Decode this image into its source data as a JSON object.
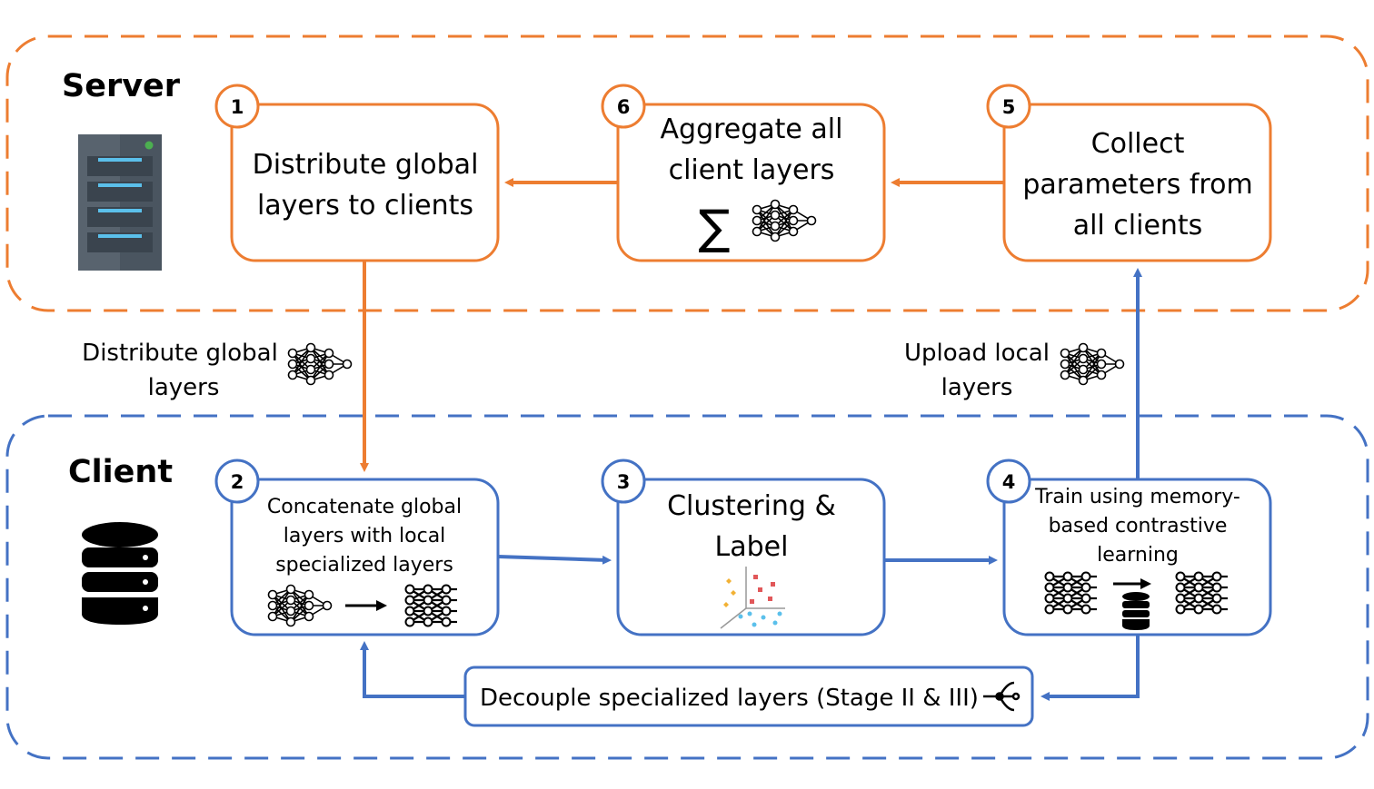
{
  "server": {
    "title": "Server",
    "steps": [
      {
        "number": "1",
        "lines": [
          "Distribute global",
          "layers to clients"
        ]
      },
      {
        "number": "6",
        "lines": [
          "Aggregate all",
          "client layers"
        ],
        "symbol": "∑"
      },
      {
        "number": "5",
        "lines": [
          "Collect",
          "parameters from",
          "all clients"
        ]
      }
    ]
  },
  "client": {
    "title": "Client",
    "steps": [
      {
        "number": "2",
        "lines": [
          "Concatenate global",
          "layers with local",
          "specialized layers"
        ]
      },
      {
        "number": "3",
        "lines": [
          "Clustering &",
          "Label"
        ]
      },
      {
        "number": "4",
        "lines": [
          "Train using memory-",
          "based contrastive",
          "learning"
        ]
      }
    ],
    "decouple": {
      "label": "Decouple specialized layers (Stage II & III)"
    }
  },
  "edge_labels": {
    "distribute": [
      "Distribute global",
      "layers"
    ],
    "upload": [
      "Upload local",
      "layers"
    ]
  },
  "colors": {
    "server": "#ED7D31",
    "client": "#4472C4",
    "server_icon": "#4A5560",
    "server_icon_light": "#5BC0EB",
    "led": "#4CAF50"
  },
  "icons": {
    "server": "server-rack-icon",
    "client": "database-icon",
    "network": "neural-network-icon",
    "decouple": "split-icon"
  }
}
